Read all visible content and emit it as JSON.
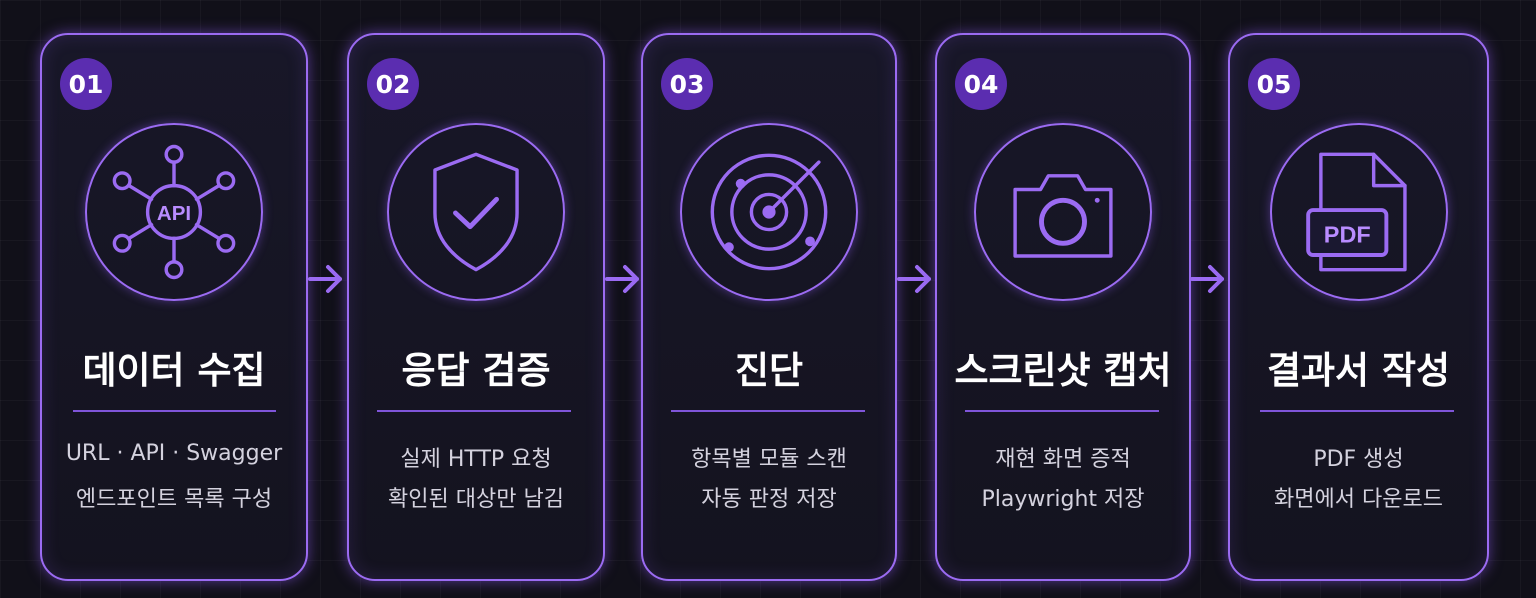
{
  "accent_color": "#9b6bf2",
  "badge_color": "#5b2db0",
  "background_color": "#111019",
  "steps": [
    {
      "number": "01",
      "title": "데이터 수집",
      "icon": "api-network-icon",
      "icon_text": "API",
      "lines": [
        "URL · API · Swagger",
        "엔드포인트 목록 구성"
      ]
    },
    {
      "number": "02",
      "title": "응답 검증",
      "icon": "shield-check-icon",
      "lines": [
        "실제 HTTP 요청",
        "확인된 대상만 남김"
      ]
    },
    {
      "number": "03",
      "title": "진단",
      "icon": "radar-icon",
      "lines": [
        "항목별 모듈 스캔",
        "자동 판정 저장"
      ]
    },
    {
      "number": "04",
      "title": "스크린샷 캡처",
      "icon": "camera-icon",
      "lines": [
        "재현 화면 증적",
        "Playwright 저장"
      ]
    },
    {
      "number": "05",
      "title": "결과서 작성",
      "icon": "pdf-file-icon",
      "icon_text": "PDF",
      "lines": [
        "PDF 생성",
        "화면에서 다운로드"
      ]
    }
  ]
}
